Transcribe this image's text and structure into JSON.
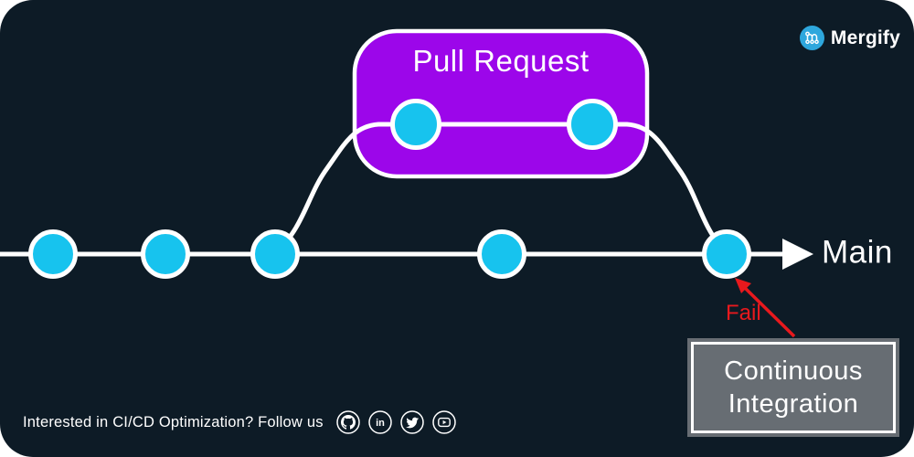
{
  "brand": {
    "name": "Mergify"
  },
  "diagram": {
    "pull_request_label": "Pull Request",
    "main_label": "Main",
    "fail_label": "Fail",
    "ci_box_line1": "Continuous",
    "ci_box_line2": "Integration",
    "main_commit_count": 5,
    "pull_request_commit_count": 2
  },
  "footer": {
    "text": "Interested in CI/CD Optimization? Follow us",
    "social_icons": [
      "github",
      "linkedin",
      "twitter",
      "youtube"
    ],
    "linkedin_glyph": "in"
  },
  "colors": {
    "background": "#0d1b26",
    "card_outside": "#ffffff",
    "commit_node_cyan": "#17c3ee",
    "pull_request_purple": "#9c06ea",
    "ci_box_gray": "#676d73",
    "fail_red": "#e8191d",
    "line_white": "#ffffff",
    "logo_blue": "#2ea7dd"
  }
}
